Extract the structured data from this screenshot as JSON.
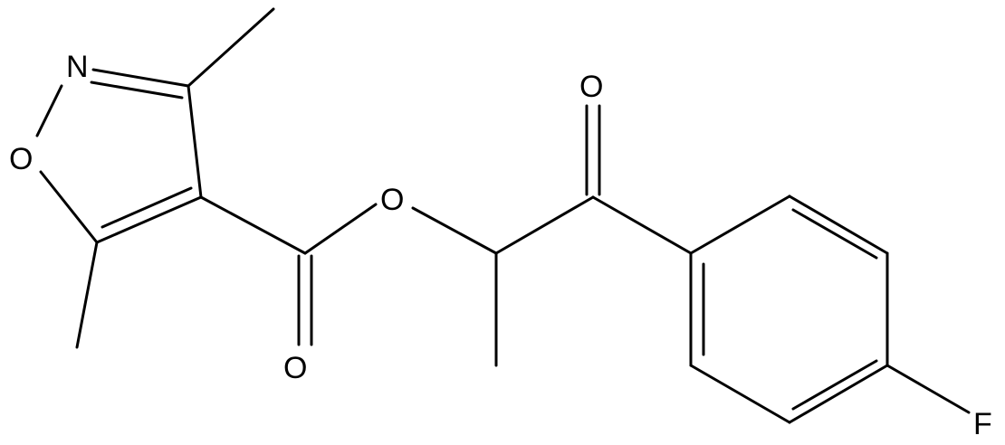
{
  "molecule": {
    "atoms": {
      "ring_n": "N",
      "ring_o": "O",
      "ester_o": "O",
      "carbonyl_o_ester": "O",
      "ketone_o": "O",
      "fluorine": "F"
    }
  },
  "colors": {
    "bond": "#000000",
    "background": "#ffffff"
  }
}
